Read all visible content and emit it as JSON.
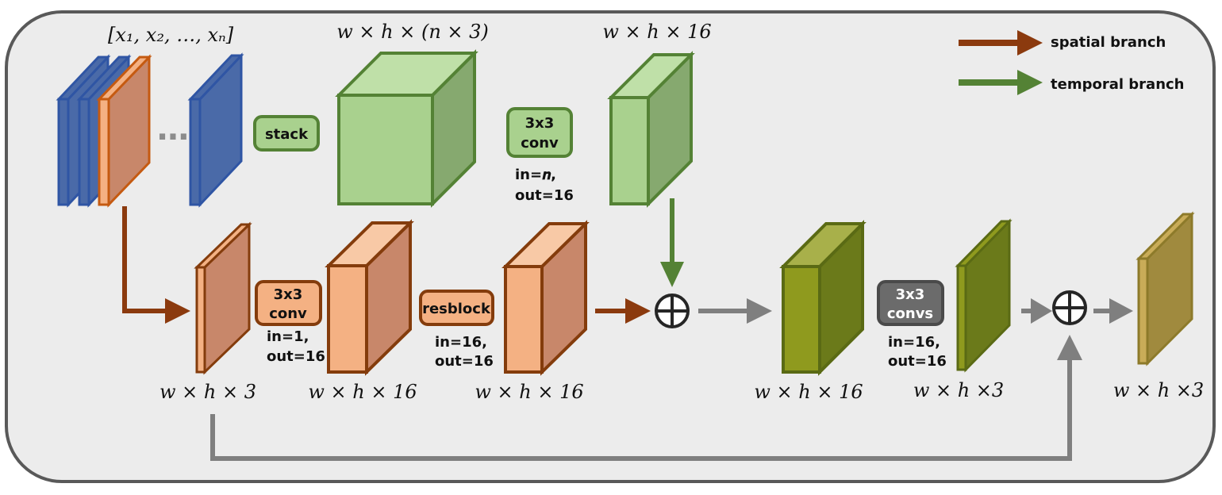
{
  "legend": {
    "spatial": {
      "label": "spatial branch",
      "color": "#8b3a0e"
    },
    "temporal": {
      "label": "temporal branch",
      "color": "#548235"
    }
  },
  "inputs": {
    "label": "[x₁, x₂, …, xₙ]",
    "ellipsis": "⋯"
  },
  "blocks": {
    "stack": {
      "label": "stack"
    },
    "conv_t": {
      "label_line1": "3x3",
      "label_line2": "conv",
      "param_in": "in=𝒏,",
      "param_out": "out=16"
    },
    "conv_s": {
      "label_line1": "3x3",
      "label_line2": "conv",
      "param_in": "in=1,",
      "param_out": "out=16"
    },
    "resblock": {
      "label": "resblock",
      "param_in": "in=16,",
      "param_out": "out=16"
    },
    "convs": {
      "label_line1": "3x3",
      "label_line2": "convs",
      "param_in": "in=16,",
      "param_out": "out=16"
    }
  },
  "dims": {
    "stack_out": "w × h × (n × 3)",
    "temporal_out": "w × h × 16",
    "frame": "w × h × 3",
    "conv_s_out": "w × h × 16",
    "res_out": "w × h × 16",
    "fused": "w × h × 16",
    "convs_out": "w × h ×3",
    "final": "w × h ×3"
  },
  "colors": {
    "blue": "#4a6aa8",
    "orange_dark": "#c8876a",
    "orange_light": "#f4b183",
    "orange_stroke": "#843c0c",
    "green_light": "#a9d18e",
    "green_stroke": "#548235",
    "olive": "#8f9a1e",
    "olive_dark": "#6b7a1a",
    "gold": "#a08a3e",
    "gray_arrow": "#7f7f7f",
    "gray_box": "#6b6b6b"
  }
}
